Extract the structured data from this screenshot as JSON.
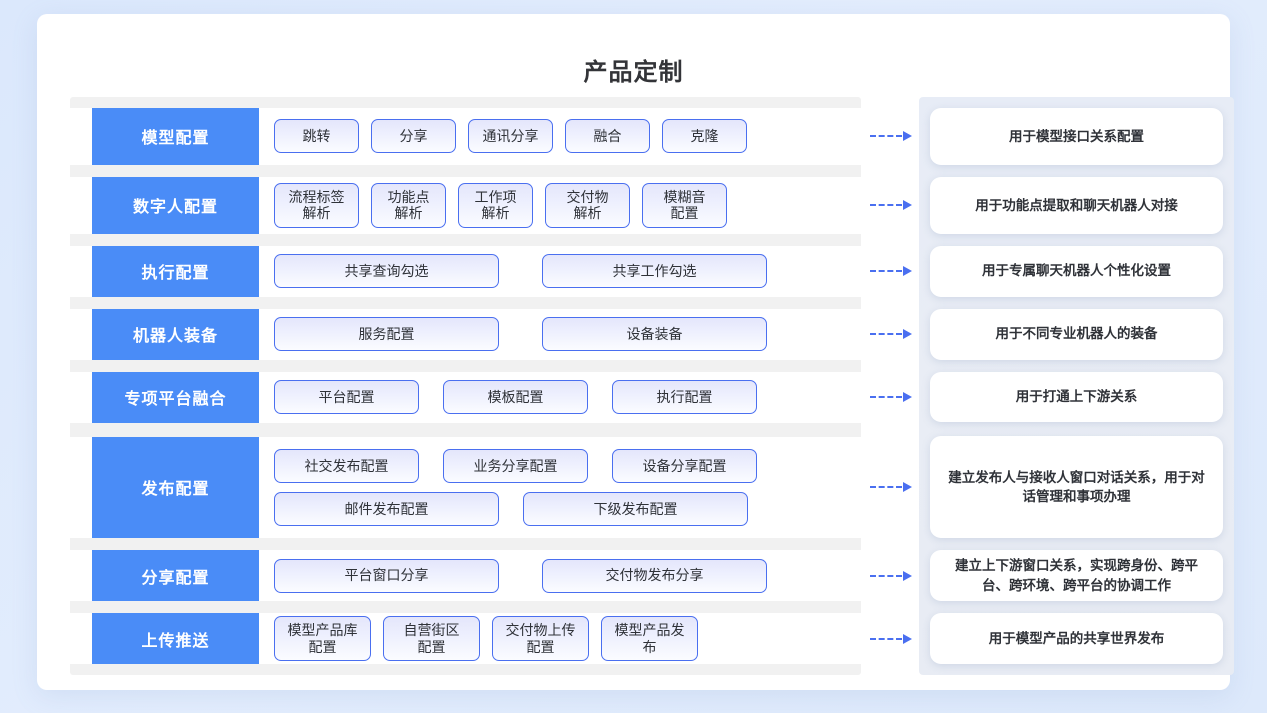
{
  "header": {
    "title": "产品定制"
  },
  "rows": [
    {
      "category": "模型配置",
      "chips": [
        "跳转",
        "分享",
        "通讯分享",
        "融合",
        "克隆"
      ],
      "description": "用于模型接口关系配置"
    },
    {
      "category": "数字人配置",
      "chips": [
        "流程标签\n解析",
        "功能点\n解析",
        "工作项\n解析",
        "交付物\n解析",
        "模糊音\n配置"
      ],
      "description": "用于功能点提取和聊天机器人对接"
    },
    {
      "category": "执行配置",
      "chips": [
        "共享查询勾选",
        "共享工作勾选"
      ],
      "description": "用于专属聊天机器人个性化设置"
    },
    {
      "category": "机器人装备",
      "chips": [
        "服务配置",
        "设备装备"
      ],
      "description": "用于不同专业机器人的装备"
    },
    {
      "category": "专项平台融合",
      "chips": [
        "平台配置",
        "模板配置",
        "执行配置"
      ],
      "description": "用于打通上下游关系"
    },
    {
      "category": "发布配置",
      "chips": [
        "社交发布配置",
        "业务分享配置",
        "设备分享配置",
        "邮件发布配置",
        "下级发布配置"
      ],
      "description": "建立发布人与接收人窗口对话关系，用于对话管理和事项办理"
    },
    {
      "category": "分享配置",
      "chips": [
        "平台窗口分享",
        "交付物发布分享"
      ],
      "description": "建立上下游窗口关系，实现跨身份、跨平台、跨环境、跨平台的协调工作"
    },
    {
      "category": "上传推送",
      "chips": [
        "模型产品库\n配置",
        "自营街区\n配置",
        "交付物上传\n配置",
        "模型产品发\n布"
      ],
      "description": "用于模型产品的共享世界发布"
    }
  ],
  "colors": {
    "category_blue": "#4a8cf7",
    "chip_border": "#4a6ff0",
    "arrow": "#4a6ff0",
    "panel_gray": "#f1f1f1",
    "page_background": "#dce9fb"
  },
  "connector": {
    "icon": "dashed-arrow-right",
    "count": 8
  }
}
